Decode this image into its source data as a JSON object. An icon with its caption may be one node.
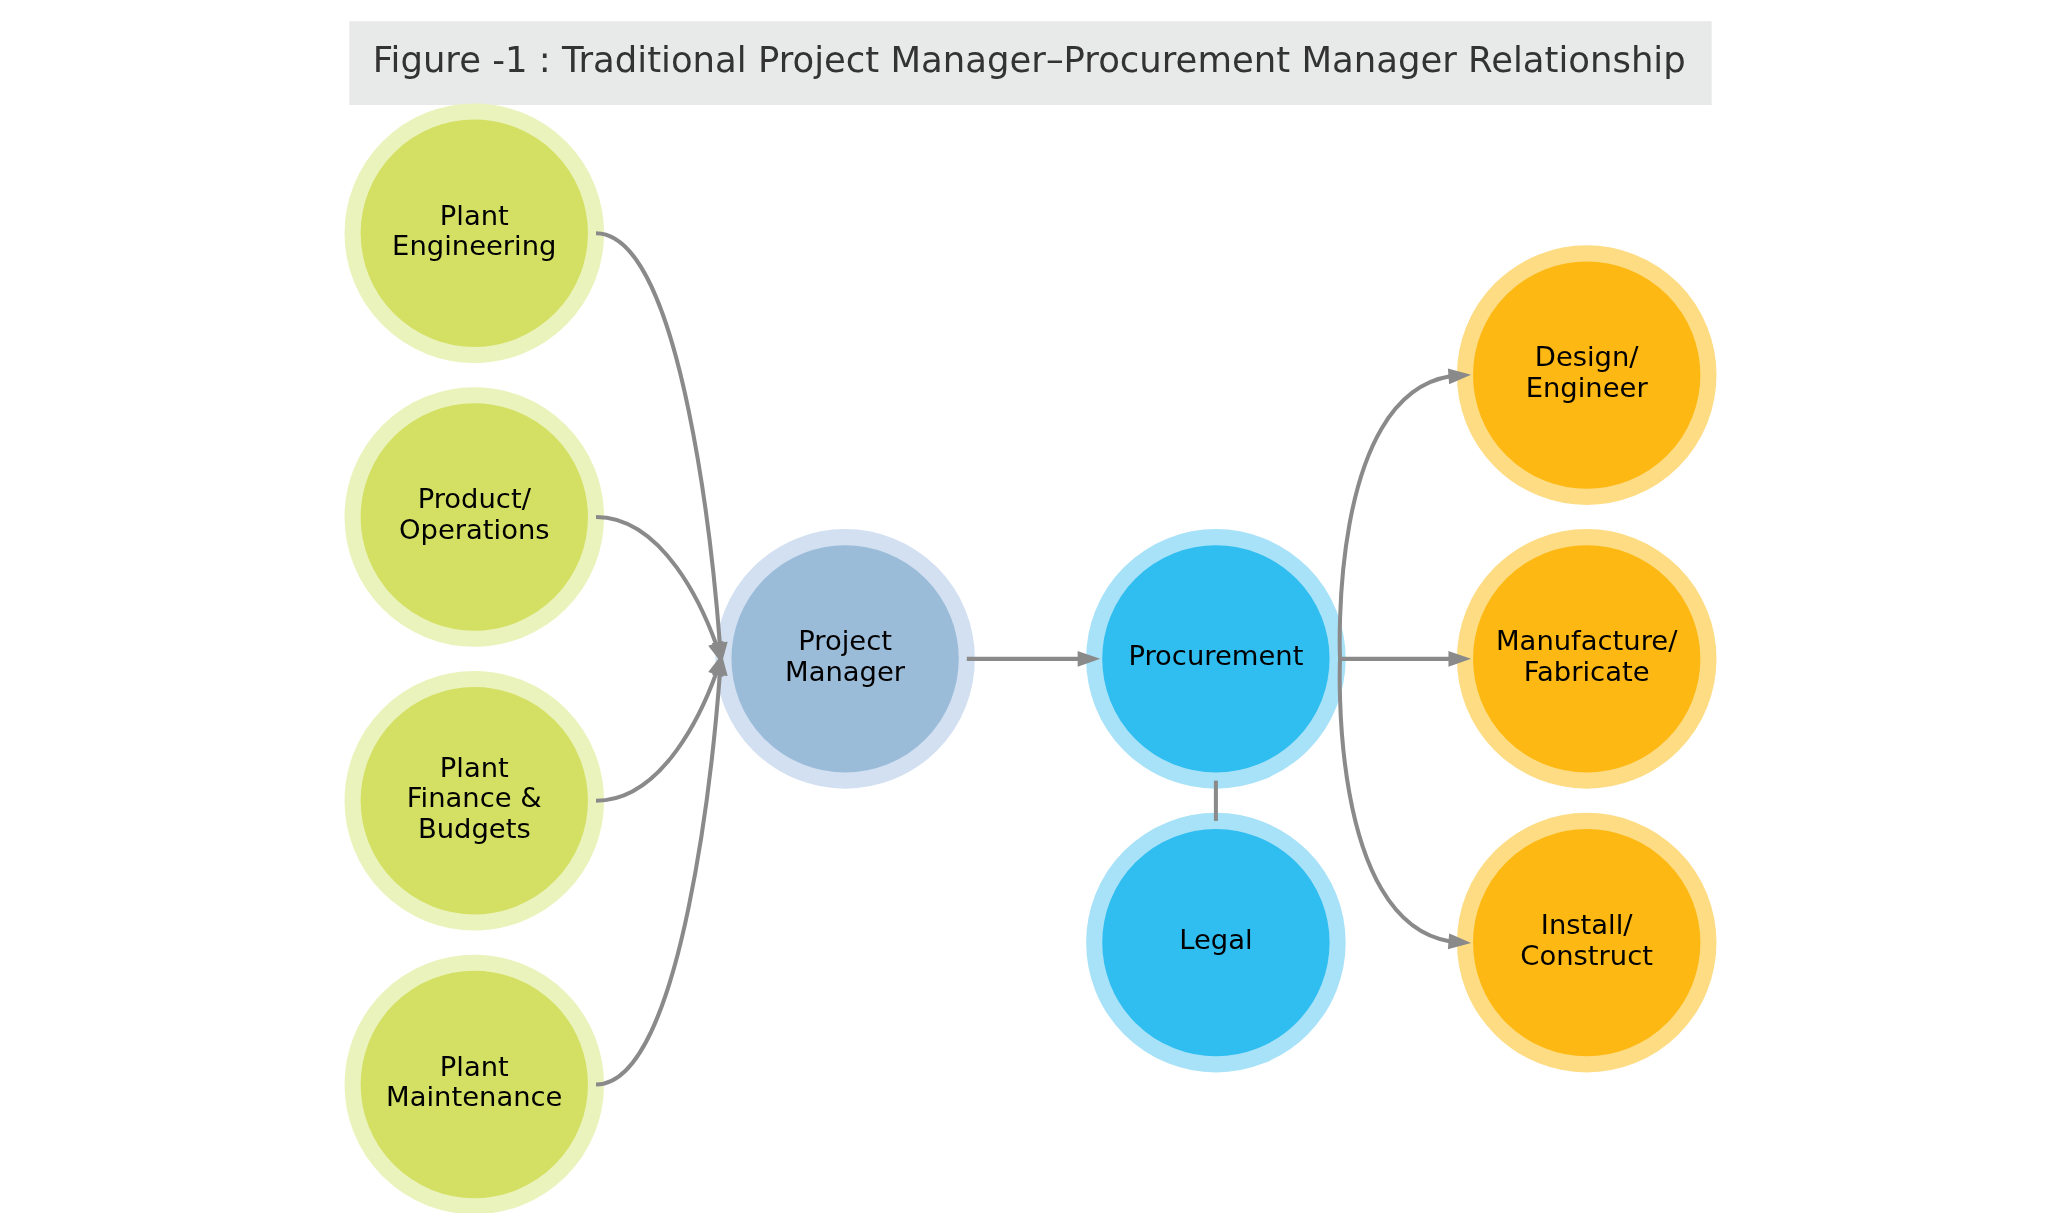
{
  "diagram": {
    "title": "Figure -1 : Traditional Project Manager–Procurement Manager Relationship",
    "nodes": [
      {
        "text": [
          "Plant Engineering"
        ]
      },
      {
        "text": [
          "Product/ Operations"
        ]
      },
      {
        "text": [
          "Plant Finance & Budgets"
        ]
      },
      {
        "text": [
          "Plant Maintenance"
        ]
      },
      {
        "text": [
          "Project Manager"
        ]
      },
      {
        "text": [
          "Procurement"
        ]
      },
      {
        "text": [
          "Legal"
        ]
      },
      {
        "text": [
          "Design/ Engineer"
        ]
      },
      {
        "text": [
          "Manufacture/ Fabricate"
        ]
      },
      {
        "text": [
          "Install/ Construct"
        ]
      }
    ],
    "edges": [
      {
        "from": 0,
        "to": 4,
        "arrow": "to"
      },
      {
        "from": 1,
        "to": 4,
        "arrow": "to"
      },
      {
        "from": 2,
        "to": 4,
        "arrow": "to"
      },
      {
        "from": 3,
        "to": 4,
        "arrow": "to"
      },
      {
        "from": 4,
        "to": 5,
        "arrow": "to"
      },
      {
        "from": 5,
        "to": 6,
        "arrow": "none"
      },
      {
        "from": 5,
        "to": 7,
        "arrow": "to"
      },
      {
        "from": 5,
        "to": 8,
        "arrow": "to"
      },
      {
        "from": 5,
        "to": 9,
        "arrow": "to"
      }
    ]
  }
}
